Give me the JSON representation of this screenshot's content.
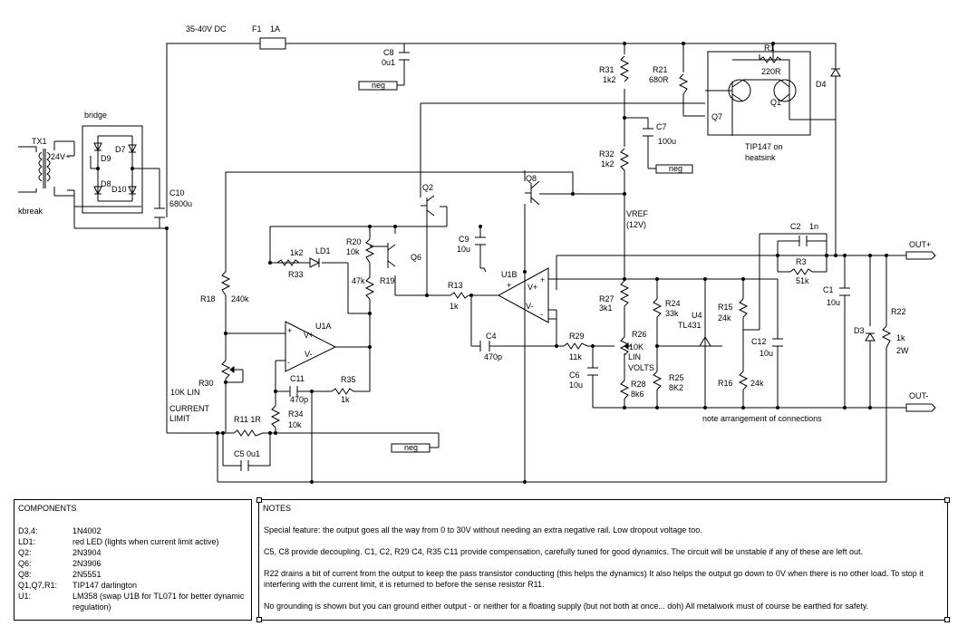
{
  "supply": {
    "dc_label": "35-40V DC",
    "fuse": "F1",
    "fuse_value": "1A"
  },
  "transformer": {
    "ref": "TX1",
    "voltage": "24V~",
    "name": "kbreak"
  },
  "bridge": {
    "title": "bridge",
    "d7": "D7",
    "d8": "D8",
    "d9": "D9",
    "d10": "D10"
  },
  "labels": {
    "C10": "C10",
    "C10v": "6800u",
    "C8": "C8",
    "C8v": "0u1",
    "R31": "R31",
    "R31v": "1k2",
    "R21": "R21",
    "R21v": "680R",
    "R1": "R1",
    "R1v": "220R",
    "D4": "D4",
    "Q1": "Q1",
    "Q7": "Q7",
    "tip_a": "TIP147 on",
    "tip_b": "heatsink",
    "C7": "C7",
    "C7v": "100u",
    "R32": "R32",
    "R32v": "1k2",
    "Q8": "Q8",
    "Q2": "Q2",
    "Q6": "Q6",
    "vref_a": "VREF",
    "vref_b": "(12V)",
    "C2": "C2",
    "C2v": "1n",
    "R3": "R3",
    "R3v": "51k",
    "C9": "C9",
    "C9v": "10u",
    "R20": "R20",
    "R20v": "10k",
    "R33v": "1k2",
    "R33": "R33",
    "LD1": "LD1",
    "R19": "R19",
    "R19v": "47k",
    "U1B": "U1B",
    "U1A": "U1A",
    "R13": "R13",
    "R13v": "1k",
    "R18": "R18",
    "R18v": "240k",
    "C4": "C4",
    "C4v": "470p",
    "R27": "R27",
    "R27v": "3k1",
    "R24": "R24",
    "R24v": "33k",
    "U4": "U4",
    "U4v": "TL431",
    "R15": "R15",
    "R15v": "24k",
    "C1": "C1",
    "C1v": "10u",
    "D3": "D3",
    "R22": "R22",
    "R22v": "1k",
    "R22w": "2W",
    "R26": "R26",
    "R26v": "10K",
    "R26a": "LIN",
    "R26b": "VOLTS",
    "R29": "R29",
    "R29v": "11k",
    "C12": "C12",
    "C12v": "10u",
    "R30": "R30",
    "R30v": "10K LIN",
    "cl_a": "CURRENT",
    "cl_b": "LIMIT",
    "C11": "C11",
    "C11v": "470p",
    "R35": "R35",
    "R35v": "1k",
    "R34": "R34",
    "R34v": "10k",
    "R11": "R11 1R",
    "C5": "C5 0u1",
    "C6": "C6",
    "C6v": "10u",
    "R28": "R28",
    "R28v": "8k6",
    "R25": "R25",
    "R25v": "8K2",
    "R16": "R16",
    "R16v": "24k",
    "note": "note arrangement of connections",
    "out_pos": "OUT+",
    "out_neg": "OUT-",
    "neg": "neg"
  },
  "components": {
    "title": "COMPONENTS",
    "rows": [
      {
        "ref": "D3,4:",
        "value": "1N4002"
      },
      {
        "ref": "LD1:",
        "value": "red LED (lights when current limit active)"
      },
      {
        "ref": "Q2:",
        "value": "2N3904"
      },
      {
        "ref": "Q6:",
        "value": "2N3906"
      },
      {
        "ref": "Q8:",
        "value": "2N5551"
      },
      {
        "ref": "Q1,Q7,R1:",
        "value": "TIP147 darlington"
      },
      {
        "ref": "U1:",
        "value": "LM358 (swap U1B for TL071 for better dynamic regulation)"
      }
    ]
  },
  "notes": {
    "title": "NOTES",
    "paragraphs": [
      "Special feature: the output goes all the way from 0 to 30V without needing an extra negative rail. Low dropout voltage too.",
      "C5, C8 provide decoupling. C1, C2, R29 C4, R35 C11 provide compensation, carefully tuned for good dynamics. The circuit will be unstable if any of these are left out.",
      "R22 drains a bit of current from the output to keep the pass transistor conducting (this helps the dynamics) It also helps the output go down to 0V when there is no other load. To stop it interfering with the current limit, it is returned to before the sense resistor R11.",
      "No grounding is shown but you can ground either output - or neither for a floating supply (but not both at once... doh) All metalwork must of course be earthed for safety."
    ]
  }
}
